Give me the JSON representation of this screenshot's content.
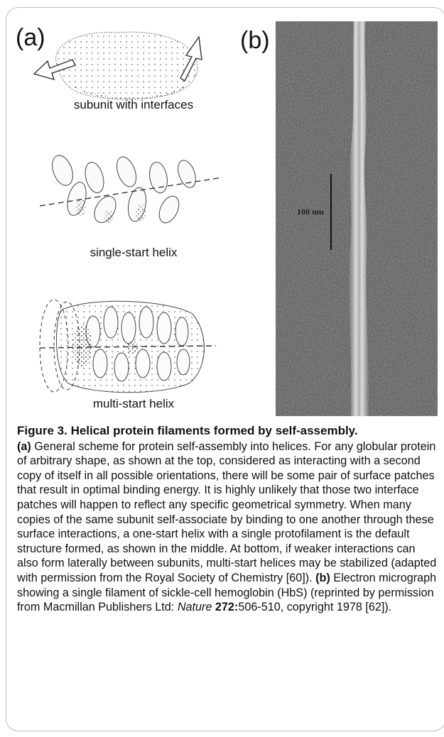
{
  "panel_a": {
    "label": "(a)",
    "captions": [
      "subunit with interfaces",
      "single-start helix",
      "multi-start helix"
    ]
  },
  "panel_b": {
    "label": "(b)",
    "scale_bar_label": "100 nm"
  },
  "caption": {
    "title": "Figure 3. Helical protein filaments formed by self-assembly.",
    "a_label": "(a)",
    "a_text": " General scheme for protein self-assembly into helices. For any globular protein of arbitrary shape, as shown at the top, considered as interacting with a second copy of itself in all possible orientations, there will be some pair of surface patches that result in optimal binding energy. It is highly unlikely that those two interface patches will happen to reflect any specific geometrical symmetry. When many copies of the same subunit self-associate by binding to one another through these surface interactions, a one-start helix with a single protofilament is the default structure formed, as shown in the middle. At bottom, if weaker interactions can also form laterally between subunits, multi-start helices may be stabilized (adapted with permission from the Royal Society of Chemistry [60]). ",
    "b_label": "(b)",
    "b_text": " Electron micrograph showing a single filament of sickle-cell hemoglobin (HbS) (reprinted by permission from Macmillan Publishers Ltd: ",
    "journal": "Nature",
    "volume": "272:",
    "tail": "506-510, copyright 1978 [62])."
  }
}
